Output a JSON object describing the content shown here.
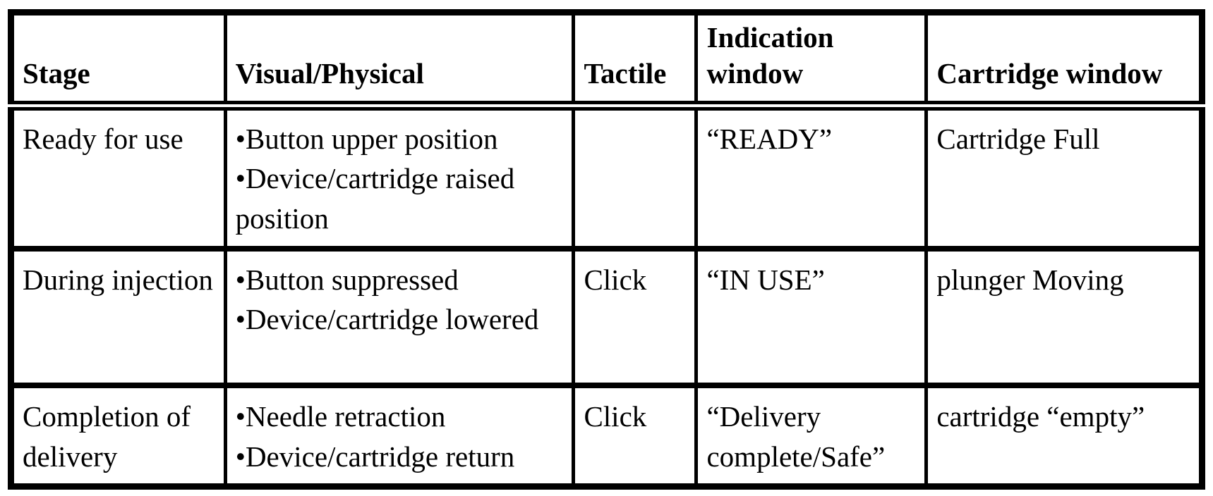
{
  "table": {
    "columns": {
      "stage": {
        "label": "Stage"
      },
      "visual": {
        "label": "Visual/Physical"
      },
      "tactile": {
        "label": "Tactile"
      },
      "indication": {
        "label": "Indication window"
      },
      "cartridge": {
        "label": "Cartridge window"
      }
    },
    "rows": [
      {
        "stage": "Ready for use",
        "visual": [
          "•Button upper position",
          "•Device/cartridge raised position"
        ],
        "tactile": "",
        "indication": "“READY”",
        "cartridge": "Cartridge Full"
      },
      {
        "stage": "During injection",
        "visual": [
          "•Button suppressed",
          "•Device/cartridge lowered"
        ],
        "tactile": "Click",
        "indication": "“IN USE”",
        "cartridge": "plunger Moving"
      },
      {
        "stage": "Completion of delivery",
        "visual": [
          "•Needle retraction",
          "•Device/cartridge return"
        ],
        "tactile": "Click",
        "indication": "“Delivery complete/Safe”",
        "cartridge": "cartridge “empty”"
      }
    ]
  }
}
